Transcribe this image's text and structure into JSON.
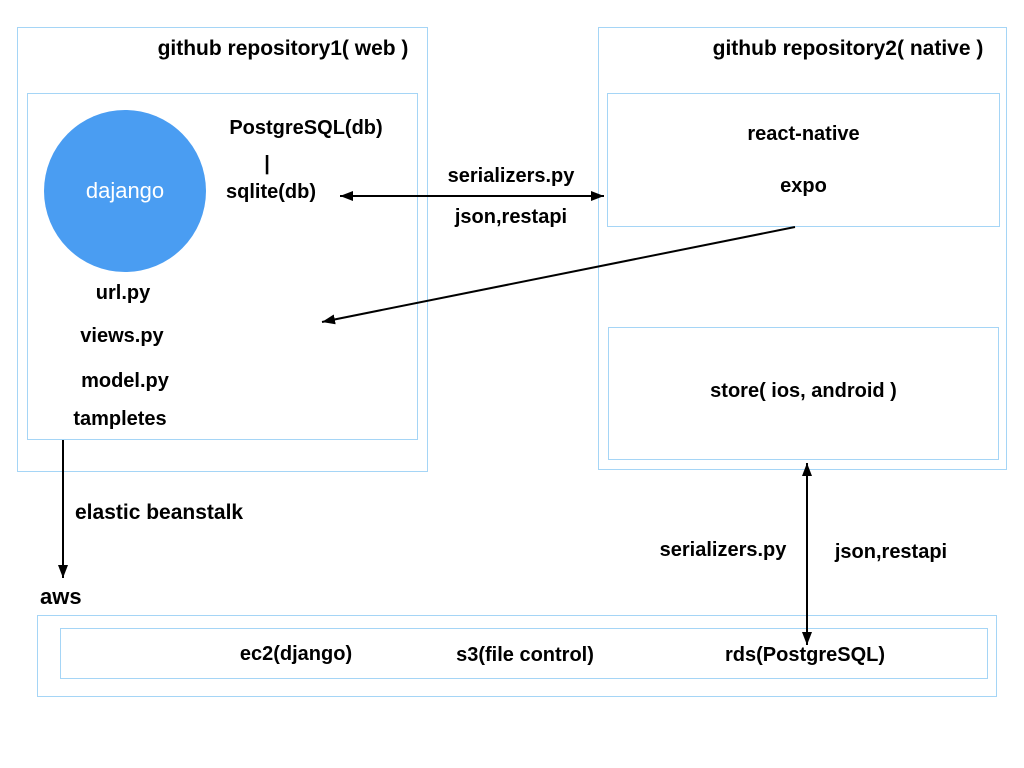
{
  "diagram": {
    "colors": {
      "box_border": "#a5d5f6",
      "circle_fill": "#4a9df2",
      "arrow": "#000000",
      "text": "#000000",
      "circle_text": "#ffffff"
    },
    "repo1": {
      "title": "github repository1( web )",
      "circle_label": "dajango",
      "db_primary": "PostgreSQL(db)",
      "db_link": "|",
      "db_secondary": "sqlite(db)",
      "files": [
        "url.py",
        "views.py",
        "model.py",
        "tampletes"
      ]
    },
    "repo2": {
      "title": "github repository2( native )",
      "app_box": {
        "line1": "react-native",
        "line2": "expo"
      },
      "store_box": "store( ios, android )"
    },
    "web_native_link": {
      "top_label": "serializers.py",
      "bottom_label": "json,restapi"
    },
    "deploy_link": {
      "label": "elastic beanstalk"
    },
    "store_db_link": {
      "left_label": "serializers.py",
      "right_label": "json,restapi"
    },
    "aws": {
      "label": "aws",
      "services": [
        "ec2(django)",
        "s3(file control)",
        "rds(PostgreSQL)"
      ]
    }
  }
}
